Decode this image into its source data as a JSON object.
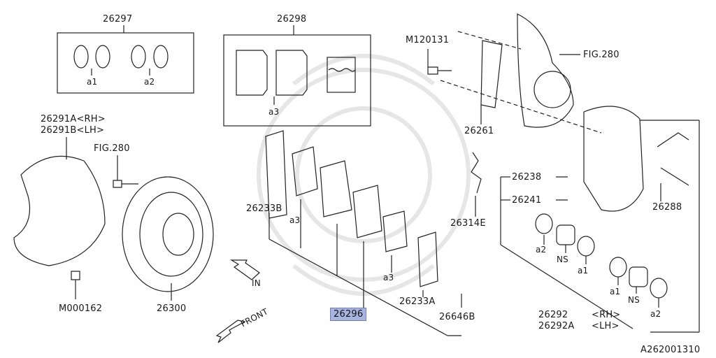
{
  "colors": {
    "line": "#222222",
    "highlight": "#a8b4e0",
    "watermark": "#e6e6e6"
  },
  "labels": {
    "p26297": "26297",
    "p26298": "26298",
    "m120131": "M120131",
    "fig280_top": "FIG.280",
    "fig280_left": "FIG.280",
    "p26291a": "26291A<RH>",
    "p26291b": "26291B<LH>",
    "a1_top": "a1",
    "a2_top": "a2",
    "a3_kit": "a3",
    "p26261": "26261",
    "p26238": "26238",
    "p26241": "26241",
    "p26288": "26288",
    "p26314e": "26314E",
    "p26233b": "26233B",
    "a3_left": "a3",
    "a3_mid": "a3",
    "p26233a": "26233A",
    "p26296": "26296",
    "p26646b": "26646B",
    "m000162": "M000162",
    "p26300": "26300",
    "in": "IN",
    "front": "FRONT",
    "a2_mid": "a2",
    "ns_mid": "NS",
    "a1_mid": "a1",
    "a1_low": "a1",
    "ns_low": "NS",
    "a2_low": "a2",
    "p26292": "26292",
    "rh": "<RH>",
    "p26292a": "26292A",
    "lh": "<LH>",
    "ref": "A262001310"
  }
}
